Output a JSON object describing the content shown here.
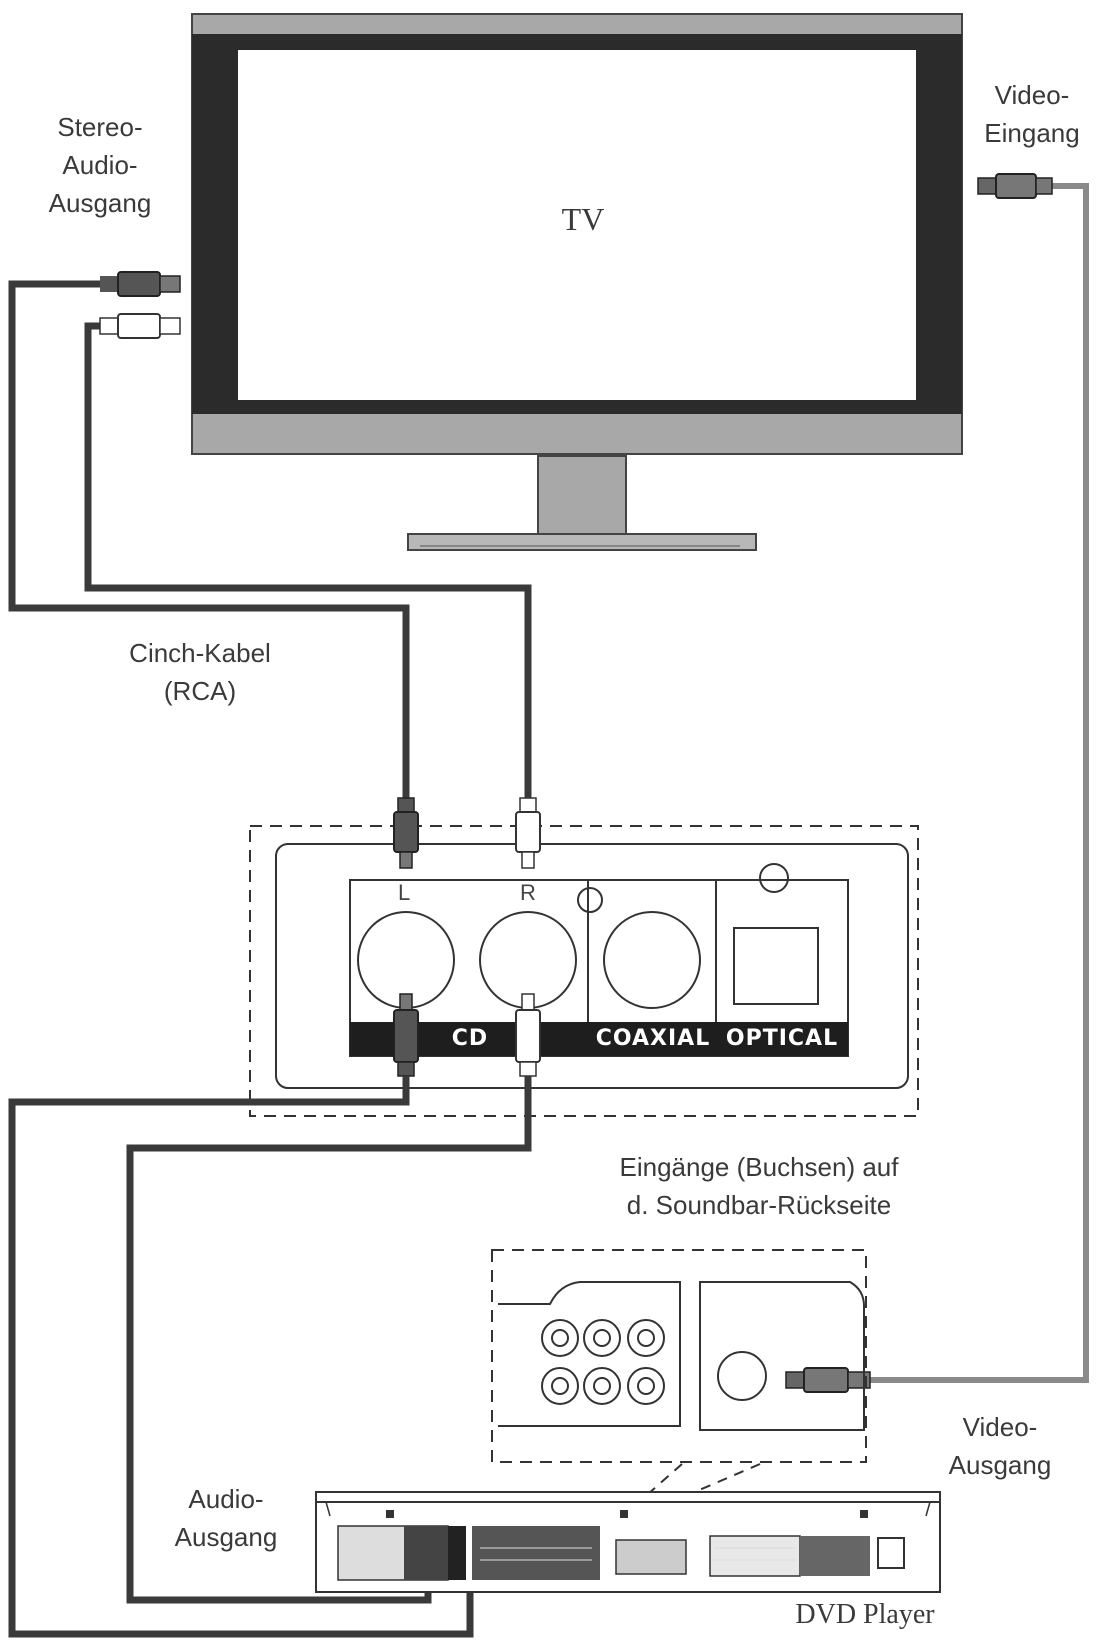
{
  "tv": {
    "label": "TV"
  },
  "labels": {
    "stereo_audio_out": [
      "Stereo-",
      "Audio-",
      "Ausgang"
    ],
    "video_in": [
      "Video-",
      "Eingang"
    ],
    "cinch_cable": [
      "Cinch-Kabel",
      "(RCA)"
    ],
    "soundbar_inputs": [
      "Eingänge (Buchsen) auf",
      "d. Soundbar-Rückseite"
    ],
    "video_out": [
      "Video-",
      "Ausgang"
    ],
    "audio_out": [
      "Audio-",
      "Ausgang"
    ],
    "dvd_player": "DVD Player"
  },
  "soundbar_panel": {
    "left_channel": "L",
    "right_channel": "R",
    "ports": [
      "CD",
      "COAXIAL",
      "OPTICAL"
    ]
  },
  "colors": {
    "cable_dark": "#3a3a3a",
    "cable_gray": "#8a8a8a",
    "tv_frame": "#2b2b2b",
    "tv_bezel": "#a8a8a8",
    "port_bar": "#1e1e1e"
  }
}
